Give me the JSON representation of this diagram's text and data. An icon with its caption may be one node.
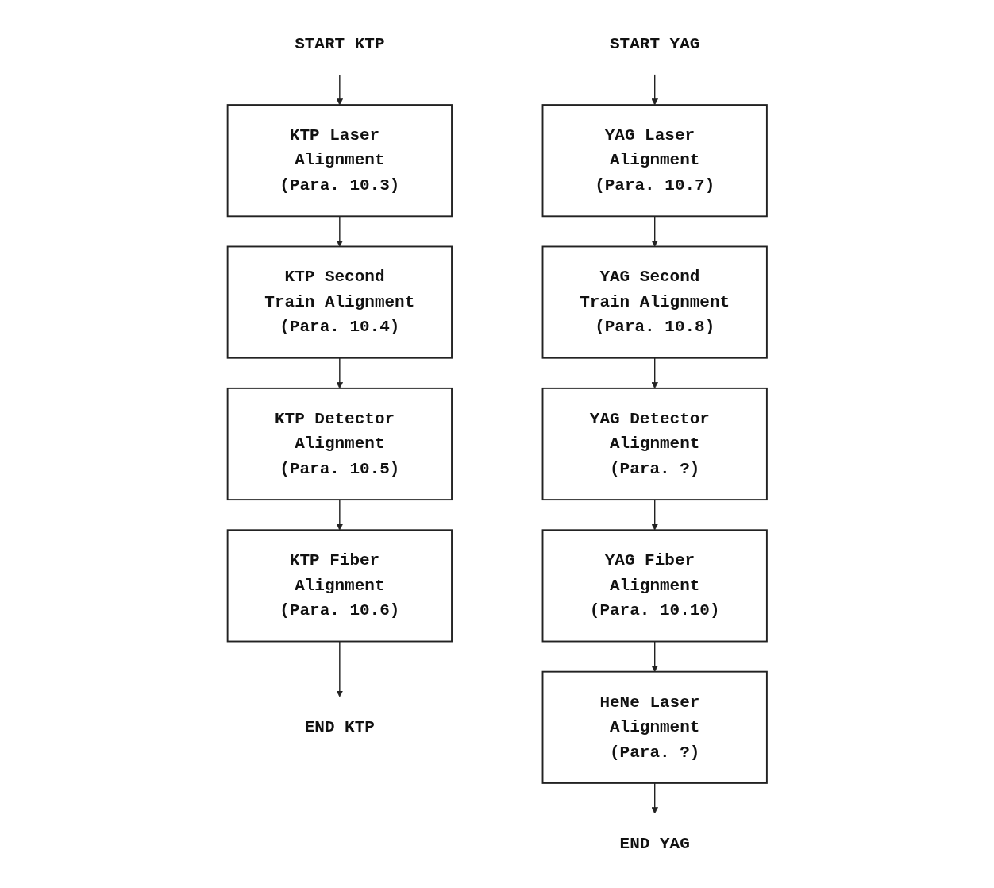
{
  "diagram": {
    "nodes": [
      {
        "text": [
          "START KTP"
        ]
      },
      {
        "text": [
          "KTP Laser Alignment",
          "(Para. 10.3)"
        ]
      },
      {
        "text": [
          "KTP Second Train Alignment",
          "(Para. 10.4)"
        ]
      },
      {
        "text": [
          "KTP Detector Alignment",
          "(Para. 10.5)"
        ]
      },
      {
        "text": [
          "KTP Fiber Alignment",
          "(Para. 10.6)"
        ]
      },
      {
        "text": [
          "END KTP"
        ]
      },
      {
        "text": [
          "START YAG"
        ]
      },
      {
        "text": [
          "YAG Laser Alignment",
          "(Para. 10.7)"
        ]
      },
      {
        "text": [
          "YAG Second Train Alignment",
          "(Para. 10.8)"
        ]
      },
      {
        "text": [
          "YAG Detector Alignment",
          "(Para. ?)"
        ]
      },
      {
        "text": [
          "YAG Fiber Alignment",
          "(Para. 10.10)"
        ]
      },
      {
        "text": [
          "HeNe Laser Alignment",
          "(Para. ?)"
        ]
      },
      {
        "text": [
          "END YAG"
        ]
      }
    ],
    "edges": [
      {
        "from": 0,
        "to": 1,
        "arrow": "to"
      },
      {
        "from": 1,
        "to": 2,
        "arrow": "to"
      },
      {
        "from": 2,
        "to": 3,
        "arrow": "to"
      },
      {
        "from": 3,
        "to": 4,
        "arrow": "to"
      },
      {
        "from": 4,
        "to": 5,
        "arrow": "to"
      },
      {
        "from": 6,
        "to": 7,
        "arrow": "to"
      },
      {
        "from": 7,
        "to": 8,
        "arrow": "to"
      },
      {
        "from": 8,
        "to": 9,
        "arrow": "to"
      },
      {
        "from": 9,
        "to": 10,
        "arrow": "to"
      },
      {
        "from": 10,
        "to": 11,
        "arrow": "to"
      },
      {
        "from": 11,
        "to": 12,
        "arrow": "to"
      }
    ]
  }
}
